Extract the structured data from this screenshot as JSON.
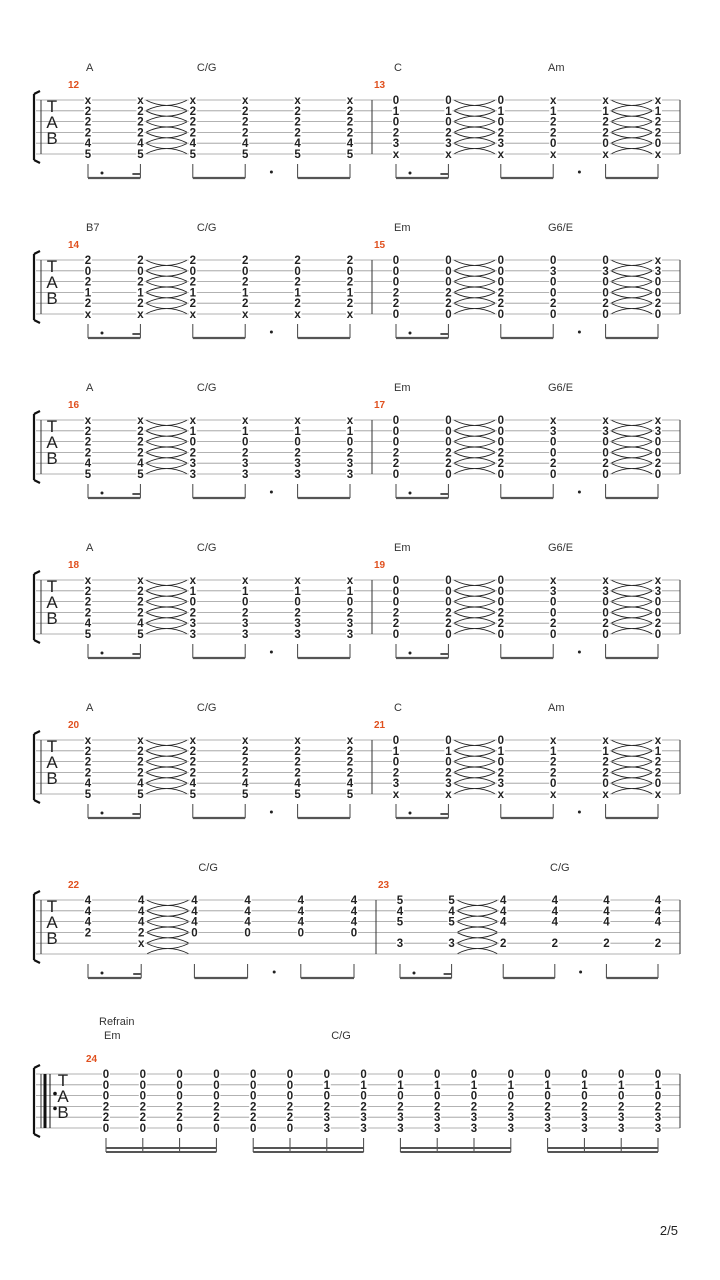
{
  "page_number": "2/5",
  "tab_clef": [
    "T",
    "A",
    "B"
  ],
  "systems": [
    {
      "measures": [
        {
          "number": "12",
          "chords": [
            {
              "name": "A",
              "at": 0
            },
            {
              "name": "C/G",
              "at": 0.36
            }
          ],
          "cols": [
            [
              "x",
              "2",
              "2",
              "2",
              "4",
              "5"
            ],
            [
              "x",
              "2",
              "2",
              "2",
              "4",
              "5"
            ],
            [
              "x",
              "2",
              "2",
              "2",
              "4",
              "5"
            ],
            [
              "x",
              "2",
              "2",
              "2",
              "4",
              "5"
            ],
            [
              "x",
              "2",
              "2",
              "2",
              "4",
              "5"
            ],
            [
              "x",
              "2",
              "2",
              "2",
              "4",
              "5"
            ]
          ],
          "ties": [
            [
              1,
              2
            ]
          ]
        },
        {
          "number": "13",
          "chords": [
            {
              "name": "C",
              "at": 0
            },
            {
              "name": "Am",
              "at": 0.5
            }
          ],
          "cols": [
            [
              "0",
              "1",
              "0",
              "2",
              "3",
              "x"
            ],
            [
              "0",
              "1",
              "0",
              "2",
              "3",
              "x"
            ],
            [
              "0",
              "1",
              "0",
              "2",
              "3",
              "x"
            ],
            [
              "x",
              "1",
              "2",
              "2",
              "0",
              "x"
            ],
            [
              "x",
              "1",
              "2",
              "2",
              "0",
              "x"
            ],
            [
              "x",
              "1",
              "2",
              "2",
              "0",
              "x"
            ]
          ],
          "ties": [
            [
              1,
              2
            ],
            [
              4,
              5
            ]
          ]
        }
      ]
    },
    {
      "measures": [
        {
          "number": "14",
          "chords": [
            {
              "name": "B7",
              "at": 0
            },
            {
              "name": "C/G",
              "at": 0.36
            }
          ],
          "cols": [
            [
              "2",
              "0",
              "2",
              "1",
              "2",
              "x"
            ],
            [
              "2",
              "0",
              "2",
              "1",
              "2",
              "x"
            ],
            [
              "2",
              "0",
              "2",
              "1",
              "2",
              "x"
            ],
            [
              "2",
              "0",
              "2",
              "1",
              "2",
              "x"
            ],
            [
              "2",
              "0",
              "2",
              "1",
              "2",
              "x"
            ],
            [
              "2",
              "0",
              "2",
              "1",
              "2",
              "x"
            ]
          ],
          "ties": [
            [
              1,
              2
            ]
          ]
        },
        {
          "number": "15",
          "chords": [
            {
              "name": "Em",
              "at": 0
            },
            {
              "name": "G6/E",
              "at": 0.5
            }
          ],
          "cols": [
            [
              "0",
              "0",
              "0",
              "2",
              "2",
              "0"
            ],
            [
              "0",
              "0",
              "0",
              "2",
              "2",
              "0"
            ],
            [
              "0",
              "0",
              "0",
              "2",
              "2",
              "0"
            ],
            [
              "0",
              "3",
              "0",
              "0",
              "2",
              "0"
            ],
            [
              "0",
              "3",
              "0",
              "0",
              "2",
              "0"
            ],
            [
              "x",
              "3",
              "0",
              "0",
              "2",
              "0"
            ]
          ],
          "ties": [
            [
              1,
              2
            ],
            [
              4,
              5
            ]
          ]
        }
      ]
    },
    {
      "measures": [
        {
          "number": "16",
          "chords": [
            {
              "name": "A",
              "at": 0
            },
            {
              "name": "C/G",
              "at": 0.36
            }
          ],
          "cols": [
            [
              "x",
              "2",
              "2",
              "2",
              "4",
              "5"
            ],
            [
              "x",
              "2",
              "2",
              "2",
              "4",
              "5"
            ],
            [
              "x",
              "1",
              "0",
              "2",
              "3",
              "3"
            ],
            [
              "x",
              "1",
              "0",
              "2",
              "3",
              "3"
            ],
            [
              "x",
              "1",
              "0",
              "2",
              "3",
              "3"
            ],
            [
              "x",
              "1",
              "0",
              "2",
              "3",
              "3"
            ]
          ],
          "ties": [
            [
              1,
              2
            ]
          ]
        },
        {
          "number": "17",
          "chords": [
            {
              "name": "Em",
              "at": 0
            },
            {
              "name": "G6/E",
              "at": 0.5
            }
          ],
          "cols": [
            [
              "0",
              "0",
              "0",
              "2",
              "2",
              "0"
            ],
            [
              "0",
              "0",
              "0",
              "2",
              "2",
              "0"
            ],
            [
              "0",
              "0",
              "0",
              "2",
              "2",
              "0"
            ],
            [
              "x",
              "3",
              "0",
              "0",
              "2",
              "0"
            ],
            [
              "x",
              "3",
              "0",
              "0",
              "2",
              "0"
            ],
            [
              "x",
              "3",
              "0",
              "0",
              "2",
              "0"
            ]
          ],
          "ties": [
            [
              1,
              2
            ],
            [
              4,
              5
            ]
          ]
        }
      ]
    },
    {
      "measures": [
        {
          "number": "18",
          "chords": [
            {
              "name": "A",
              "at": 0
            },
            {
              "name": "C/G",
              "at": 0.36
            }
          ],
          "cols": [
            [
              "x",
              "2",
              "2",
              "2",
              "4",
              "5"
            ],
            [
              "x",
              "2",
              "2",
              "2",
              "4",
              "5"
            ],
            [
              "x",
              "1",
              "0",
              "2",
              "3",
              "3"
            ],
            [
              "x",
              "1",
              "0",
              "2",
              "3",
              "3"
            ],
            [
              "x",
              "1",
              "0",
              "2",
              "3",
              "3"
            ],
            [
              "x",
              "1",
              "0",
              "2",
              "3",
              "3"
            ]
          ],
          "ties": [
            [
              1,
              2
            ]
          ]
        },
        {
          "number": "19",
          "chords": [
            {
              "name": "Em",
              "at": 0
            },
            {
              "name": "G6/E",
              "at": 0.5
            }
          ],
          "cols": [
            [
              "0",
              "0",
              "0",
              "2",
              "2",
              "0"
            ],
            [
              "0",
              "0",
              "0",
              "2",
              "2",
              "0"
            ],
            [
              "0",
              "0",
              "0",
              "2",
              "2",
              "0"
            ],
            [
              "x",
              "3",
              "0",
              "0",
              "2",
              "0"
            ],
            [
              "x",
              "3",
              "0",
              "0",
              "2",
              "0"
            ],
            [
              "x",
              "3",
              "0",
              "0",
              "2",
              "0"
            ]
          ],
          "ties": [
            [
              1,
              2
            ],
            [
              4,
              5
            ]
          ]
        }
      ]
    },
    {
      "measures": [
        {
          "number": "20",
          "chords": [
            {
              "name": "A",
              "at": 0
            },
            {
              "name": "C/G",
              "at": 0.36
            }
          ],
          "cols": [
            [
              "x",
              "2",
              "2",
              "2",
              "4",
              "5"
            ],
            [
              "x",
              "2",
              "2",
              "2",
              "4",
              "5"
            ],
            [
              "x",
              "2",
              "2",
              "2",
              "4",
              "5"
            ],
            [
              "x",
              "2",
              "2",
              "2",
              "4",
              "5"
            ],
            [
              "x",
              "2",
              "2",
              "2",
              "4",
              "5"
            ],
            [
              "x",
              "2",
              "2",
              "2",
              "4",
              "5"
            ]
          ],
          "ties": [
            [
              1,
              2
            ]
          ]
        },
        {
          "number": "21",
          "chords": [
            {
              "name": "C",
              "at": 0
            },
            {
              "name": "Am",
              "at": 0.5
            }
          ],
          "cols": [
            [
              "0",
              "1",
              "0",
              "2",
              "3",
              "x"
            ],
            [
              "0",
              "1",
              "0",
              "2",
              "3",
              "x"
            ],
            [
              "0",
              "1",
              "0",
              "2",
              "3",
              "x"
            ],
            [
              "x",
              "1",
              "2",
              "2",
              "0",
              "x"
            ],
            [
              "x",
              "1",
              "2",
              "2",
              "0",
              "x"
            ],
            [
              "x",
              "1",
              "2",
              "2",
              "0",
              "x"
            ]
          ],
          "ties": [
            [
              1,
              2
            ],
            [
              4,
              5
            ]
          ]
        }
      ]
    },
    {
      "measures": [
        {
          "number": "22",
          "chords": [
            {
              "name": "C/G",
              "at": 0.36
            }
          ],
          "cols": [
            [
              "4",
              "4",
              "4",
              "2",
              "",
              ""
            ],
            [
              "4",
              "4",
              "4",
              "2",
              "x",
              ""
            ],
            [
              "4",
              "4",
              "4",
              "0",
              "",
              ""
            ],
            [
              "4",
              "4",
              "4",
              "0",
              "",
              ""
            ],
            [
              "4",
              "4",
              "4",
              "0",
              "",
              ""
            ],
            [
              "4",
              "4",
              "4",
              "0",
              "",
              ""
            ]
          ],
          "ties": [
            [
              1,
              2
            ]
          ]
        },
        {
          "number": "23",
          "chords": [
            {
              "name": "C/G",
              "at": 0.5
            }
          ],
          "cols": [
            [
              "5",
              "4",
              "5",
              "",
              "3",
              ""
            ],
            [
              "5",
              "4",
              "5",
              "",
              "3",
              ""
            ],
            [
              "4",
              "4",
              "4",
              "",
              "2",
              ""
            ],
            [
              "4",
              "4",
              "4",
              "",
              "2",
              ""
            ],
            [
              "4",
              "4",
              "4",
              "",
              "2",
              ""
            ],
            [
              "4",
              "4",
              "4",
              "",
              "2",
              ""
            ]
          ],
          "ties": [
            [
              1,
              2
            ]
          ]
        }
      ]
    },
    {
      "section": "Refrain",
      "measures": [
        {
          "number": "24",
          "chords": [
            {
              "name": "Em",
              "at": 0
            },
            {
              "name": "C/G",
              "at": 0.38
            }
          ],
          "cols": [
            [
              "0",
              "0",
              "0",
              "2",
              "2",
              "0"
            ],
            [
              "0",
              "0",
              "0",
              "2",
              "2",
              "0"
            ],
            [
              "0",
              "0",
              "0",
              "2",
              "2",
              "0"
            ],
            [
              "0",
              "0",
              "0",
              "2",
              "2",
              "0"
            ],
            [
              "0",
              "0",
              "0",
              "2",
              "2",
              "0"
            ],
            [
              "0",
              "0",
              "0",
              "2",
              "2",
              "0"
            ],
            [
              "0",
              "1",
              "0",
              "2",
              "3",
              "3"
            ],
            [
              "0",
              "1",
              "0",
              "2",
              "3",
              "3"
            ],
            [
              "0",
              "1",
              "0",
              "2",
              "3",
              "3"
            ],
            [
              "0",
              "1",
              "0",
              "2",
              "3",
              "3"
            ],
            [
              "0",
              "1",
              "0",
              "2",
              "3",
              "3"
            ],
            [
              "0",
              "1",
              "0",
              "2",
              "3",
              "3"
            ],
            [
              "0",
              "1",
              "0",
              "2",
              "3",
              "3"
            ],
            [
              "0",
              "1",
              "0",
              "2",
              "3",
              "3"
            ],
            [
              "0",
              "1",
              "0",
              "2",
              "3",
              "3"
            ],
            [
              "0",
              "1",
              "0",
              "2",
              "3",
              "3"
            ]
          ],
          "ties": []
        }
      ]
    }
  ]
}
